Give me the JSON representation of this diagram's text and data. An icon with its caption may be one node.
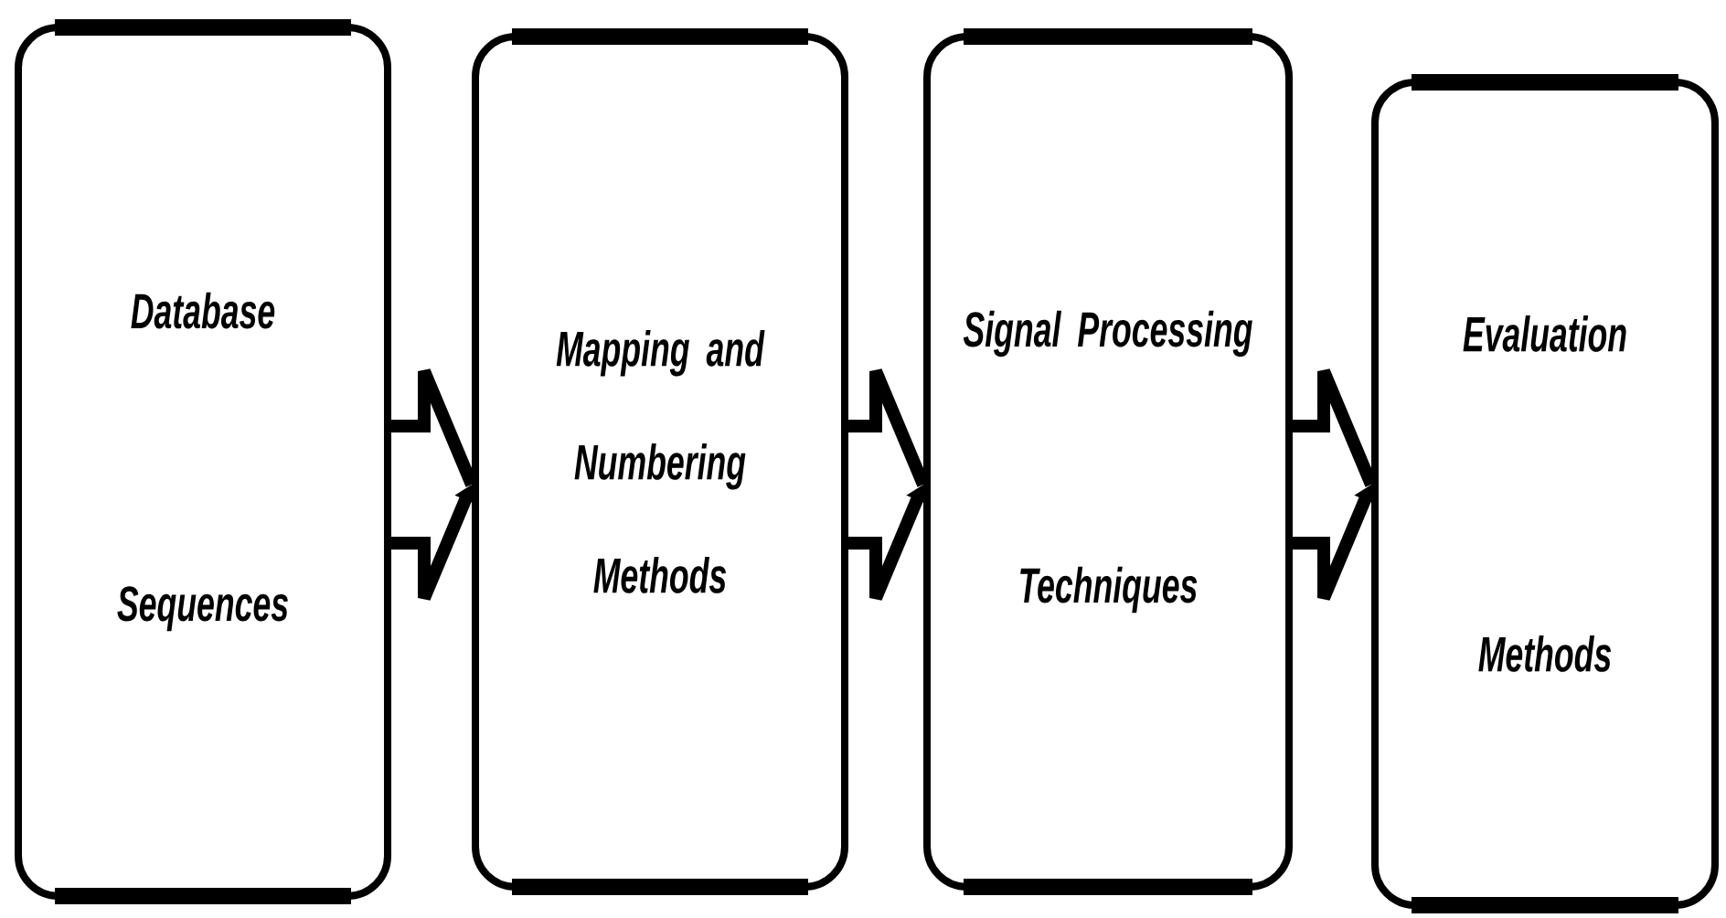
{
  "diagram": {
    "nodes": [
      {
        "text": [
          "Database Sequences"
        ]
      },
      {
        "text": [
          "Mapping and Numbering Methods"
        ]
      },
      {
        "text": [
          "Signal Processing Techniques"
        ]
      },
      {
        "text": [
          "Evaluation Methods"
        ]
      }
    ],
    "edges": [
      {
        "from": 0,
        "to": 1,
        "arrow": "to"
      },
      {
        "from": 1,
        "to": 2,
        "arrow": "to"
      },
      {
        "from": 2,
        "to": 3,
        "arrow": "to"
      }
    ]
  }
}
